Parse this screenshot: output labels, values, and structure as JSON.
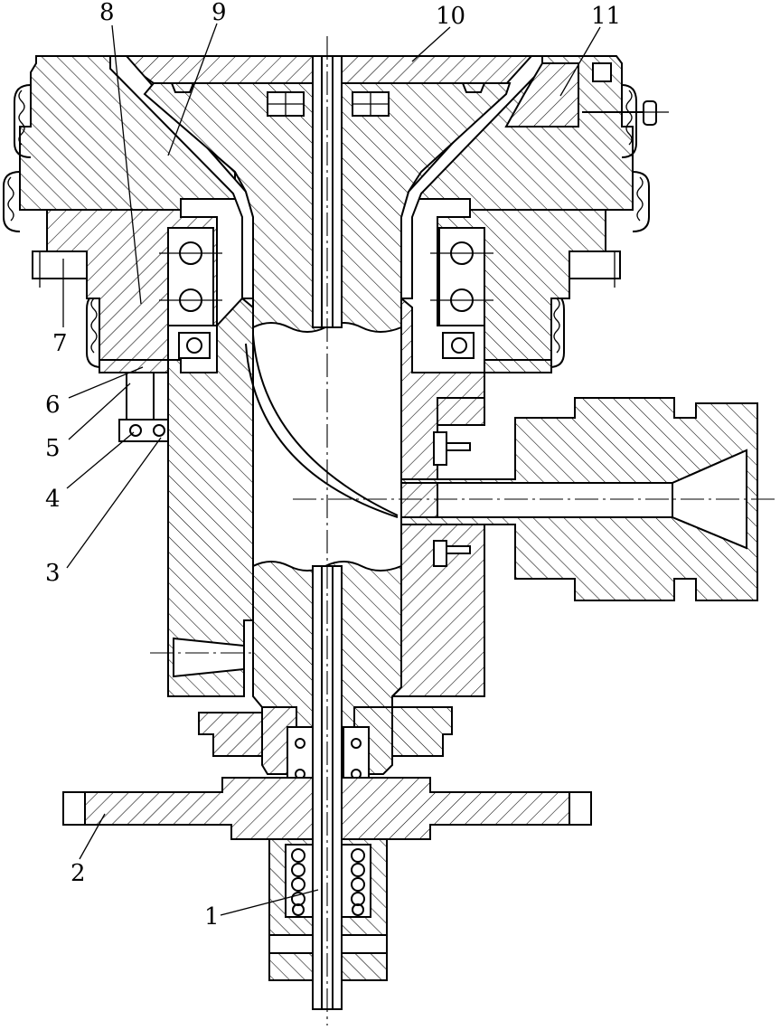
{
  "diagram": {
    "labels": [
      {
        "id": "1",
        "text": "1"
      },
      {
        "id": "2",
        "text": "2"
      },
      {
        "id": "3",
        "text": "3"
      },
      {
        "id": "4",
        "text": "4"
      },
      {
        "id": "5",
        "text": "5"
      },
      {
        "id": "6",
        "text": "6"
      },
      {
        "id": "7",
        "text": "7"
      },
      {
        "id": "8",
        "text": "8"
      },
      {
        "id": "9",
        "text": "9"
      },
      {
        "id": "10",
        "text": "10"
      },
      {
        "id": "11",
        "text": "11"
      }
    ],
    "colors": {
      "stroke": "#000000",
      "background": "#ffffff"
    }
  }
}
